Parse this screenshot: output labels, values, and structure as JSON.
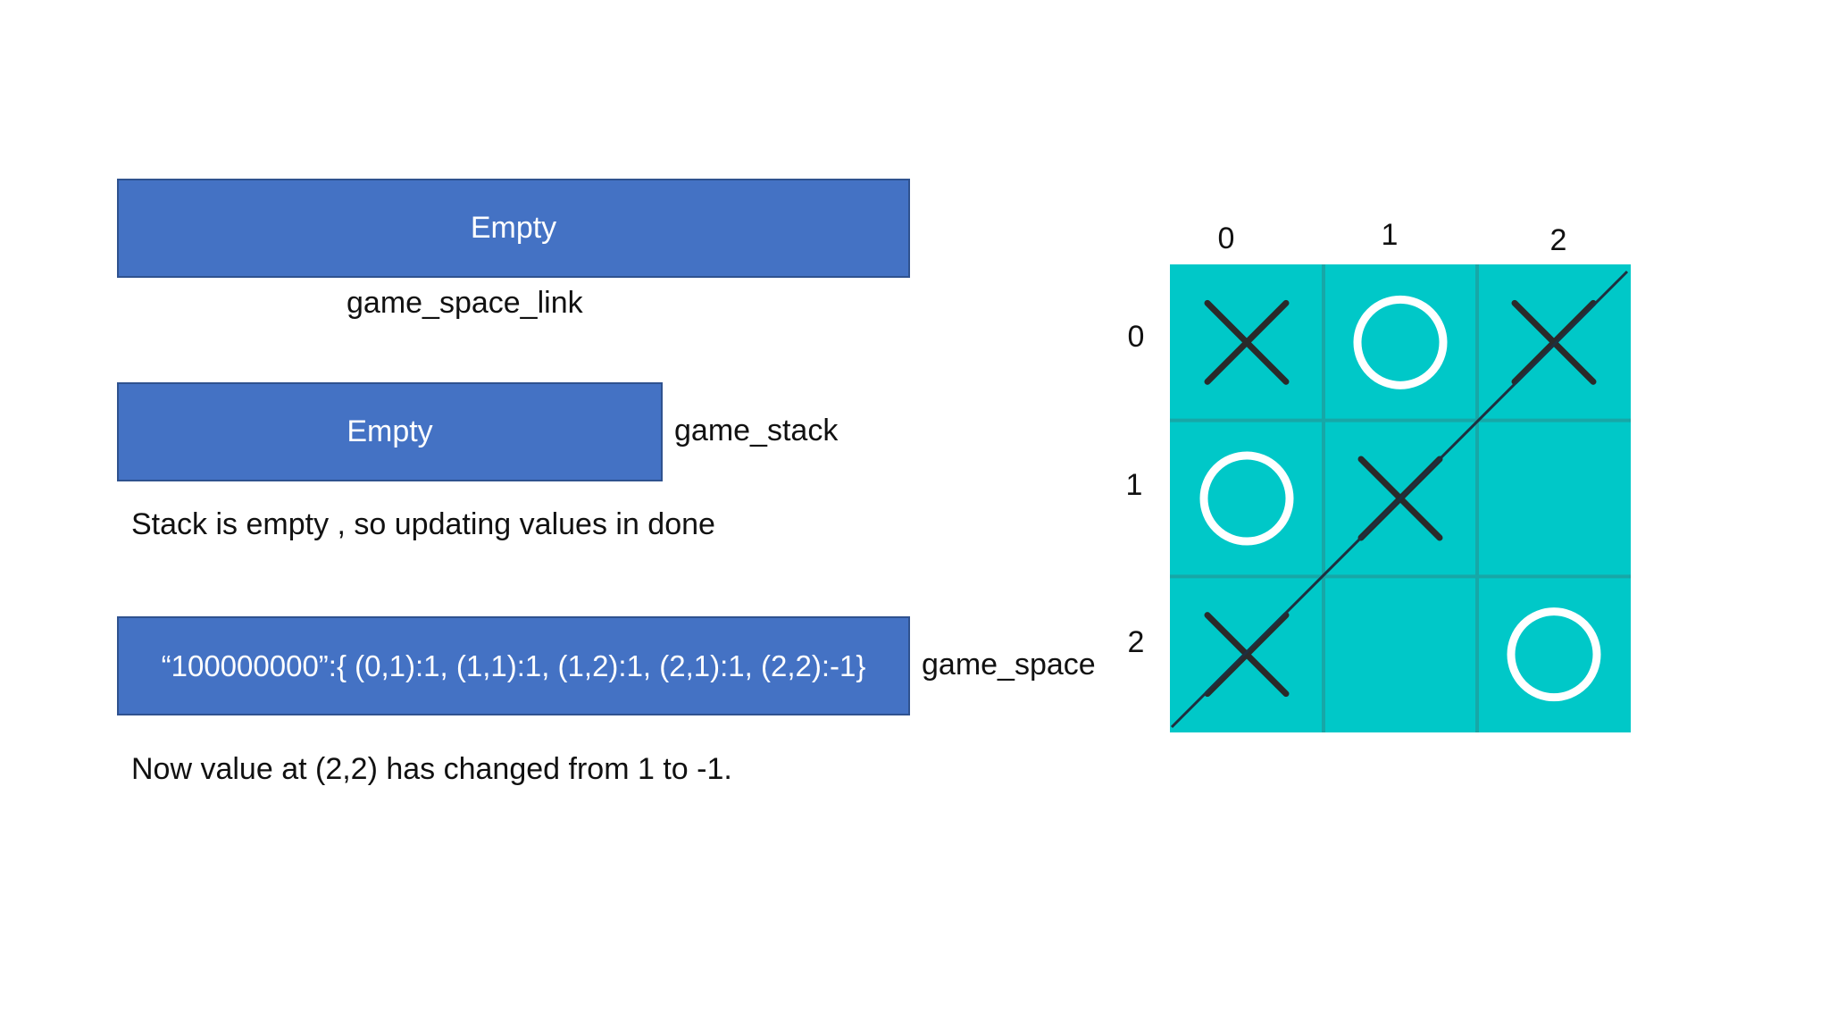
{
  "boxes": {
    "game_space_link": {
      "value": "Empty",
      "label": "game_space_link"
    },
    "game_stack": {
      "value": "Empty",
      "label": "game_stack"
    },
    "game_space": {
      "value": "“100000000”:{ (0,1):1, (1,1):1, (1,2):1, (2,1):1, (2,2):-1}",
      "label": "game_space"
    }
  },
  "notes": {
    "stack_note": "Stack is empty , so updating values in done",
    "change_note": "Now value at (2,2) has changed from 1 to -1."
  },
  "board": {
    "col_labels": [
      "0",
      "1",
      "2"
    ],
    "row_labels": [
      "0",
      "1",
      "2"
    ],
    "cells": [
      [
        "X",
        "O",
        "X"
      ],
      [
        "O",
        "X",
        ""
      ],
      [
        "X",
        "",
        "O"
      ]
    ],
    "winning_line": "anti-diagonal",
    "colors": {
      "board": "#00c8c8",
      "grid": "#17a7a7",
      "x_mark": "#2a2a2a",
      "o_mark": "#ffffff",
      "line": "#1f2f3f"
    }
  }
}
